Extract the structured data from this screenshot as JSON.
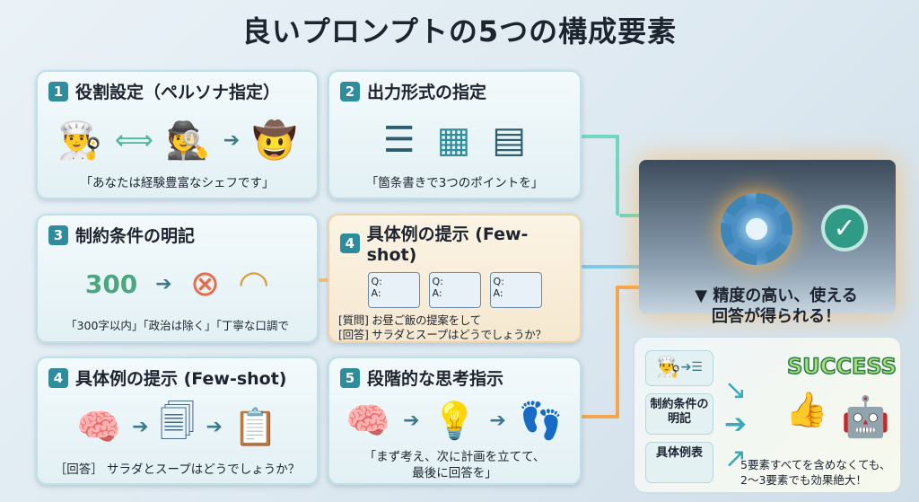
{
  "title": "良いプロンプトの5つの構成要素",
  "cards": [
    {
      "num": "1",
      "title": "役割設定（ペルソナ指定）",
      "caption": "「あなたは経験豊富なシェフです」",
      "icons": [
        "chef-icon",
        "spy-icon",
        "detective-icon"
      ]
    },
    {
      "num": "2",
      "title": "出力形式の指定",
      "caption": "「箇条書きで3つのポイントを」",
      "icons": [
        "bullet-list-icon",
        "table-icon",
        "document-icon"
      ]
    },
    {
      "num": "3",
      "title": "制約条件の明記",
      "caption": "「300字以内」「政治は除く」「丁寧な口調で",
      "icon_text": "300"
    },
    {
      "num": "4",
      "title": "具体例の提示 (Few-shot)",
      "caption_lines": [
        "[質問] お昼ご飯の提案をして",
        "[回答] サラダとスープはどうでしょうか？"
      ],
      "qa": [
        "Q:",
        "A:"
      ]
    },
    {
      "num": "4",
      "title": "具体例の提示 (Few-shot)",
      "caption": "［回答］ サラダとスープはどうでしょうか？"
    },
    {
      "num": "5",
      "title": "段階的な思考指示",
      "caption_lines": [
        "「まず考え、次に計画を立てて、",
        "最後に回答を」"
      ]
    }
  ],
  "result": {
    "line1": "▼ 精度の高い、使える",
    "line2": "回答が得られる！"
  },
  "success": {
    "word": "SUCCESS",
    "mini1": "",
    "mini2": "制約条件の明記",
    "mini3": "具体例表",
    "note_line1": "5要素すべてを含めなくても、",
    "note_line2": "2〜3要素でも効果絶大！"
  },
  "colors": {
    "accent": "#2e8c9c",
    "orange": "#f6a54a",
    "success": "#a6e07a"
  }
}
